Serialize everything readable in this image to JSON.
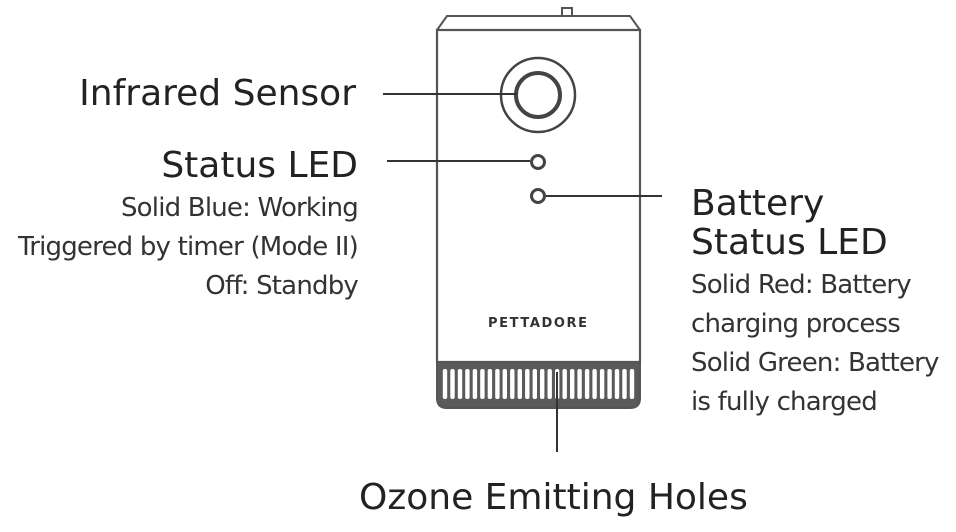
{
  "device": {
    "brand": "PETTADORE"
  },
  "labels": {
    "infrared_sensor": "Infrared Sensor",
    "status_led": {
      "title": "Status LED",
      "lines": [
        "Solid Blue: Working",
        "Triggered by timer (Mode II)",
        "Off: Standby"
      ]
    },
    "battery_led": {
      "title_lines": [
        "Battery",
        "Status LED"
      ],
      "lines": [
        "Solid Red: Battery",
        "charging process",
        "Solid Green: Battery",
        "is fully charged"
      ]
    },
    "ozone_holes": "Ozone Emitting Holes"
  },
  "colors": {
    "outline": "#555555",
    "text": "#222222",
    "vent_fill": "#5a5a5a"
  }
}
